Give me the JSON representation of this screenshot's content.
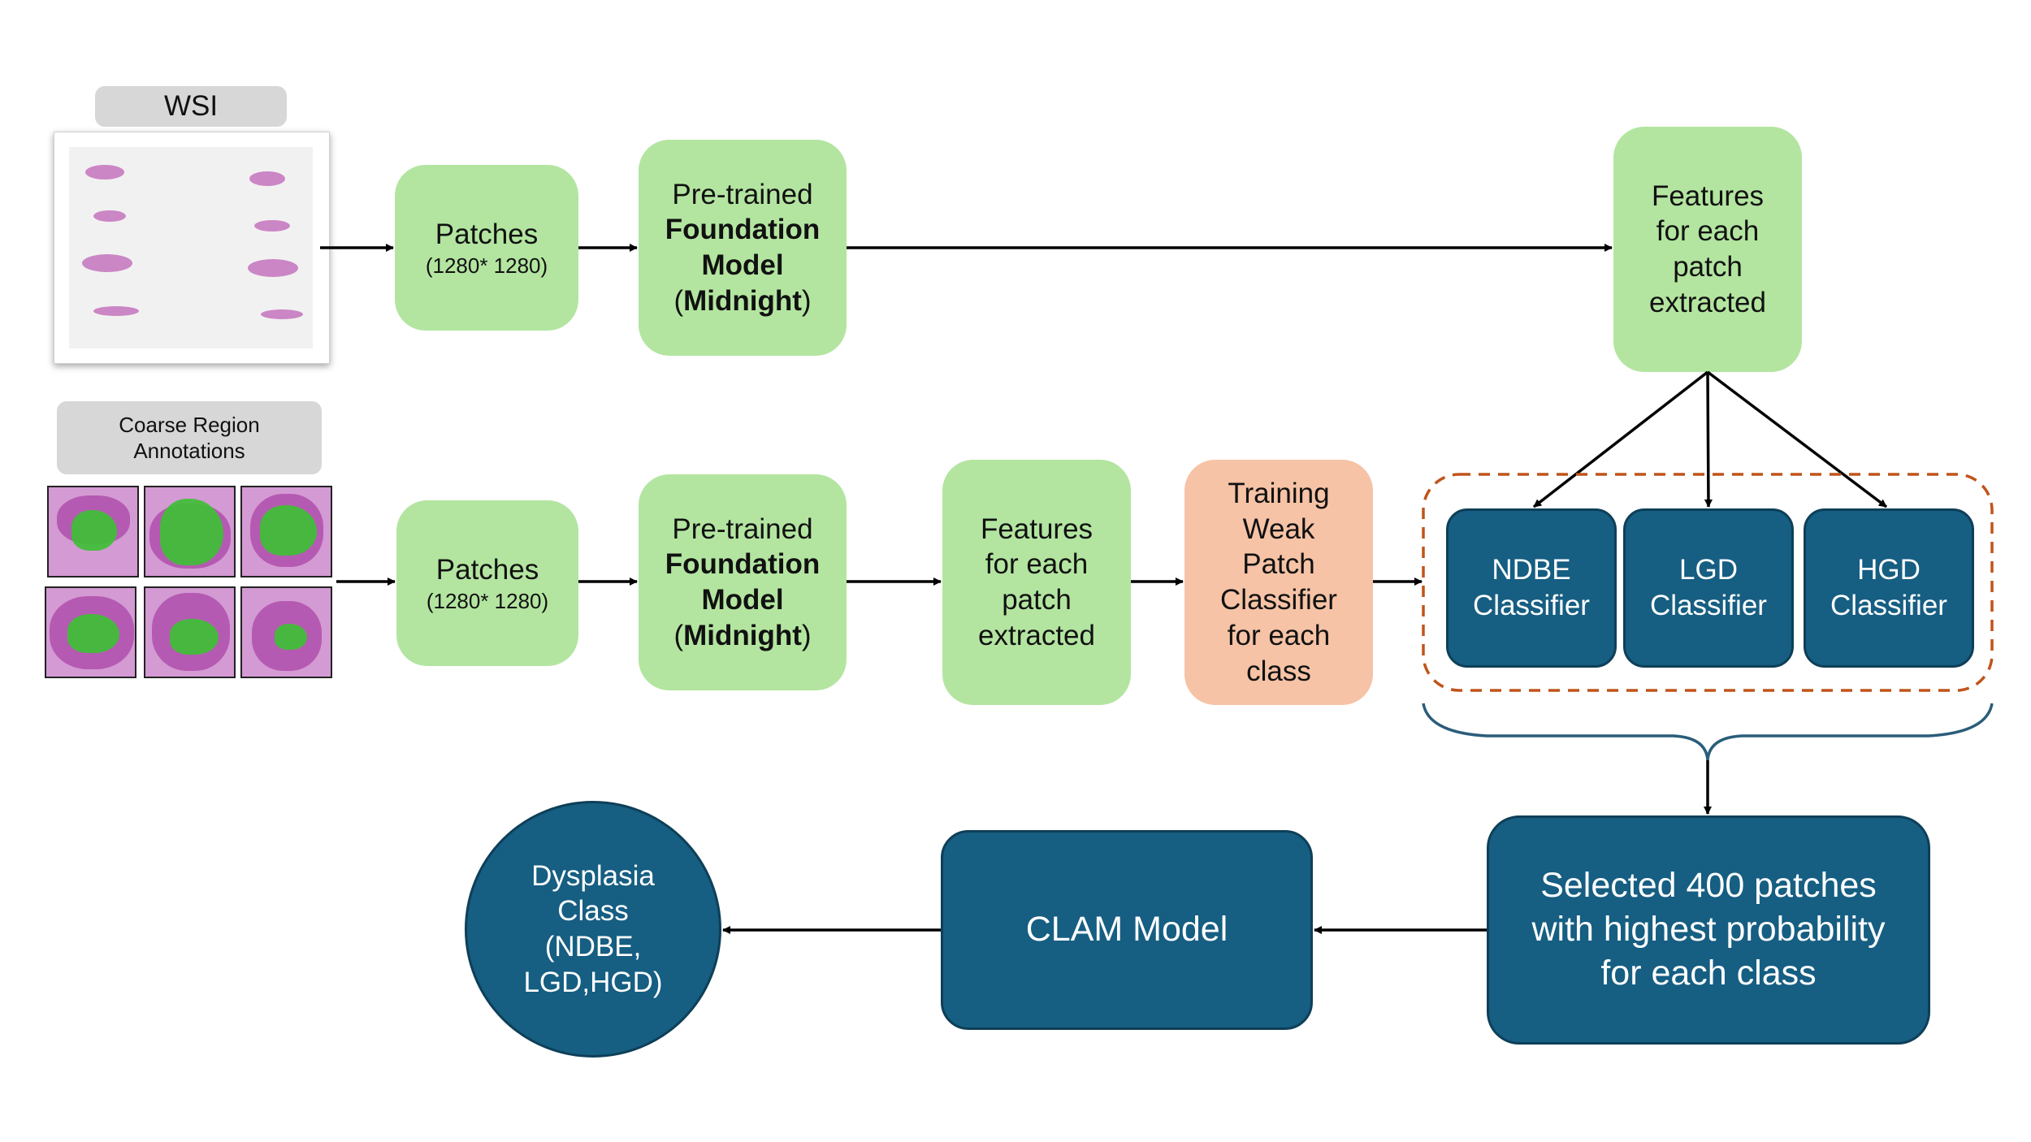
{
  "top_row": {
    "wsi_label": "WSI",
    "patches": {
      "title": "Patches",
      "subtitle": "(1280* 1280)"
    },
    "foundation": {
      "line1": "Pre-trained",
      "line2": "Foundation",
      "line3": "Model",
      "line4_open": "(",
      "line4_bold": "Midnight",
      "line4_close": ")"
    },
    "features": {
      "lines": [
        "Features",
        "for each",
        "patch",
        "extracted"
      ]
    }
  },
  "bottom_row": {
    "annotations_label": {
      "line1": "Coarse Region",
      "line2": "Annotations"
    },
    "patches": {
      "title": "Patches",
      "subtitle": "(1280* 1280)"
    },
    "foundation": {
      "line1": "Pre-trained",
      "line2": "Foundation",
      "line3": "Model",
      "line4_open": "(",
      "line4_bold": "Midnight",
      "line4_close": ")"
    },
    "features": {
      "lines": [
        "Features",
        "for each",
        "patch",
        "extracted"
      ]
    },
    "training": {
      "lines": [
        "Training",
        "Weak",
        "Patch",
        "Classifier",
        "for each",
        "class"
      ]
    }
  },
  "classifiers": [
    {
      "line1": "NDBE",
      "line2": "Classifier"
    },
    {
      "line1": "LGD",
      "line2": "Classifier"
    },
    {
      "line1": "HGD",
      "line2": "Classifier"
    }
  ],
  "selected": {
    "lines": [
      "Selected 400 patches",
      "with highest probability",
      "for each class"
    ]
  },
  "clam": {
    "label": "CLAM Model"
  },
  "output": {
    "lines": [
      "Dysplasia",
      "Class",
      "(NDBE,",
      "LGD,HGD)"
    ]
  },
  "colors": {
    "green": "#b3e5a0",
    "peach": "#f6c3a6",
    "navy": "#165e82",
    "gray": "#d7d7d7",
    "dashed": "#c0541a",
    "brace": "#2a5d7a"
  }
}
